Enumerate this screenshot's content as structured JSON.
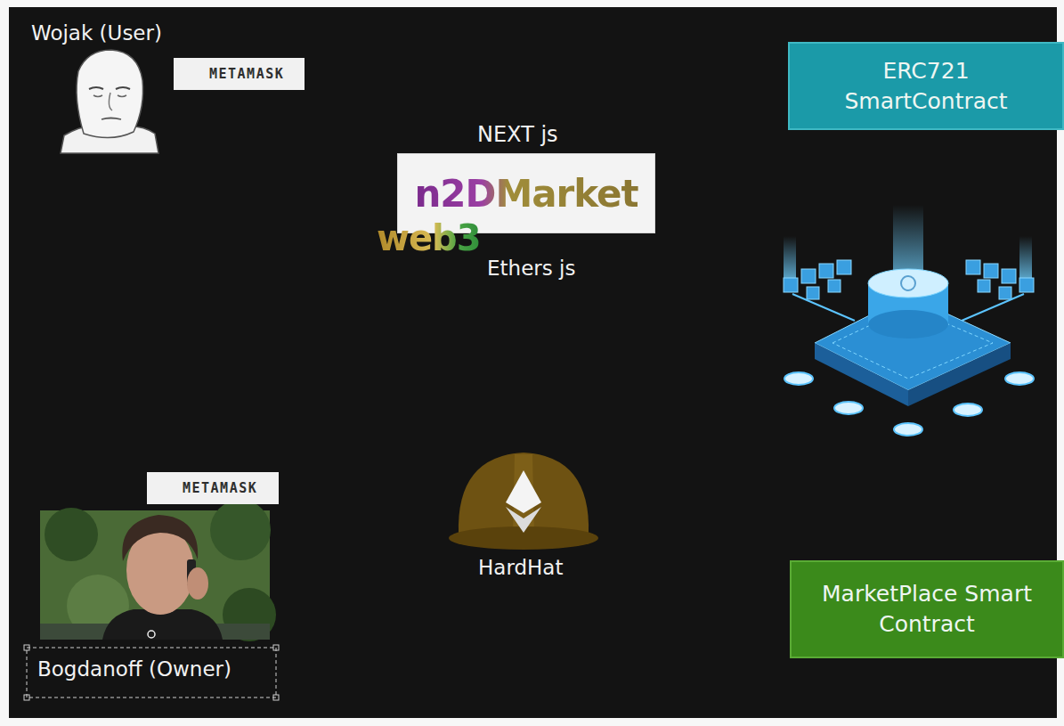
{
  "diagram": {
    "nodes": [
      {
        "text": [
          "METAMASK"
        ]
      },
      {
        "text": [
          "ERC721 SmartContract"
        ]
      },
      {
        "text": [
          "NEXT js",
          "n2DMarket"
        ]
      },
      {
        "text": [
          "METAMASK"
        ]
      },
      {
        "text": [
          "MarketPlace Smart Contract"
        ]
      }
    ],
    "labels": [
      "Wojak (User)",
      "web3",
      "Ethers js",
      "HardHat",
      "Bogdanoff (Owner)"
    ]
  }
}
